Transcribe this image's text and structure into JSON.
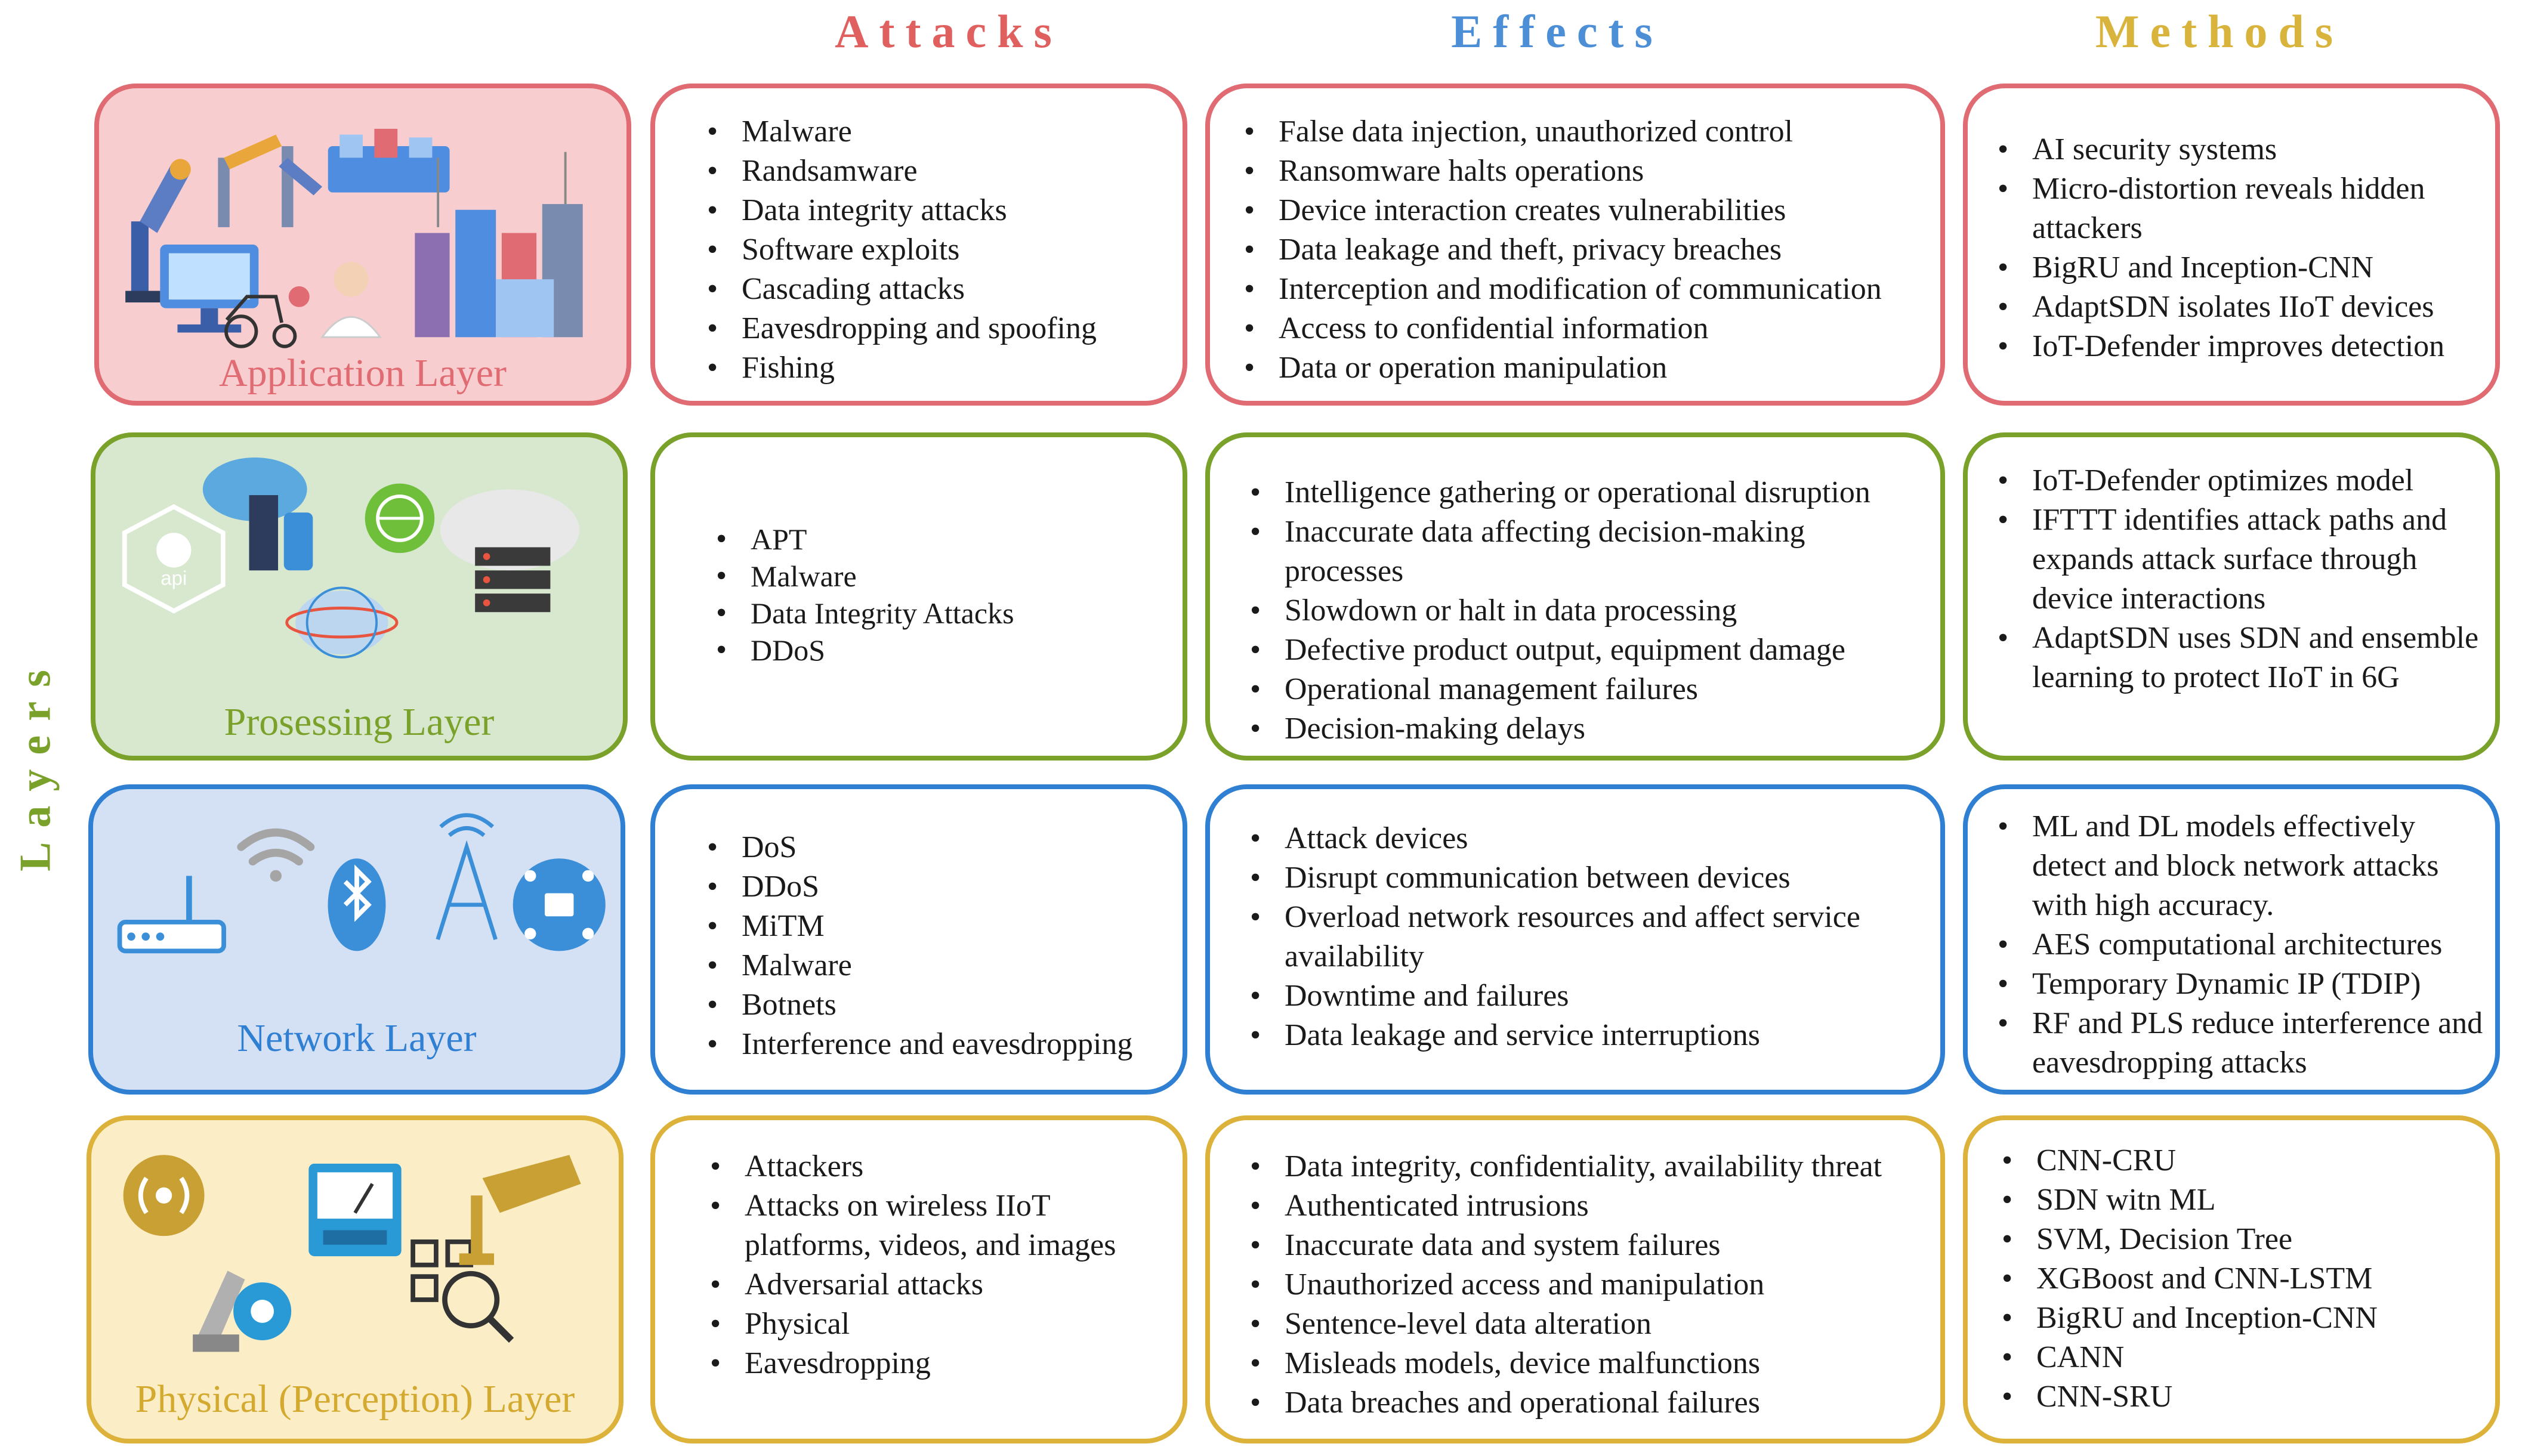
{
  "headers": {
    "attacks": "Attacks",
    "effects": "Effects",
    "methods": "Methods",
    "layers": "Layers"
  },
  "colors": {
    "application": "#e06b72",
    "processing": "#7aa12a",
    "network": "#2f7fd3",
    "physical": "#dcb23a",
    "header_attacks": "#e0605f",
    "header_effects": "#4d8fd6",
    "header_methods": "#d8b43c",
    "header_layers": "#7aa12a"
  },
  "rows": [
    {
      "layer": "Application Layer",
      "attacks": [
        "Malware",
        "Randsamware",
        "Data integrity attacks",
        "Software exploits",
        "Cascading attacks",
        "Eavesdropping and spoofing",
        "Fishing"
      ],
      "effects": [
        "False data injection, unauthorized   control",
        "Ransomware halts operations",
        "Device interaction creates vulnerabilities",
        "Data leakage and theft, privacy breaches",
        "Interception and modification of communication",
        "Access to confidential information",
        "Data or operation manipulation"
      ],
      "methods": [
        "AI security systems",
        "Micro-distortion reveals hidden attackers",
        "BigRU and Inception-CNN",
        "AdaptSDN isolates IIoT devices",
        "IoT-Defender improves detection"
      ]
    },
    {
      "layer": "Prosessing Layer",
      "attacks": [
        "APT",
        "Malware",
        "Data Integrity Attacks",
        "DDoS"
      ],
      "effects": [
        "Intelligence gathering or operational disruption",
        "Inaccurate data affecting decision-making processes",
        "Slowdown or halt in data processing",
        "Defective product output, equipment damage",
        "Operational management failures",
        "Decision-making delays"
      ],
      "methods": [
        "IoT-Defender optimizes model",
        "IFTTT identifies attack paths and expands attack surface through device interactions",
        "AdaptSDN uses SDN and ensemble learning to protect IIoT in 6G"
      ]
    },
    {
      "layer": "Network Layer",
      "attacks": [
        "DoS",
        "DDoS",
        "MiTM",
        "Malware",
        "Botnets",
        "Interference and eavesdropping"
      ],
      "effects": [
        "Attack devices",
        "Disrupt communication between devices",
        "Overload network resources and affect service availability",
        "Downtime and failures",
        "Data leakage and service interruptions"
      ],
      "methods": [
        "ML and DL models effectively detect and block network attacks with high accuracy.",
        "AES computational architectures",
        "Temporary Dynamic IP (TDIP)",
        "RF and PLS reduce interference and eavesdropping attacks"
      ]
    },
    {
      "layer": "Physical (Perception) Layer",
      "attacks": [
        "Attackers",
        "Attacks on wireless IIoT platforms, videos, and images",
        "Adversarial attacks",
        "Physical",
        "Eavesdropping"
      ],
      "effects": [
        "Data integrity, confidentiality, availability threat",
        "Authenticated intrusions",
        "Inaccurate data and system failures",
        "Unauthorized access and manipulation",
        "Sentence-level data alteration",
        "Misleads models,  device malfunctions",
        "Data breaches and operational failures"
      ],
      "methods": [
        "CNN-CRU",
        "SDN witn ML",
        "SVM, Decision Tree",
        "XGBoost and CNN-LSTM",
        "BigRU and Inception-CNN",
        "CANN",
        "CNN-SRU"
      ]
    }
  ],
  "icons": {
    "application": [
      "robot-arm-icon",
      "computer-icon",
      "tractor-icon",
      "doctor-icon",
      "factory-icon",
      "city-icon"
    ],
    "processing": [
      "api-icon",
      "cloud-database-icon",
      "globe-icon",
      "server-cloud-icon",
      "data-sphere-icon"
    ],
    "network": [
      "router-icon",
      "wifi-icon",
      "bluetooth-icon",
      "antenna-tower-icon",
      "network-hub-icon"
    ],
    "physical": [
      "wireless-sensor-icon",
      "meter-icon",
      "robot-gear-icon",
      "qr-search-icon",
      "security-camera-icon"
    ]
  }
}
